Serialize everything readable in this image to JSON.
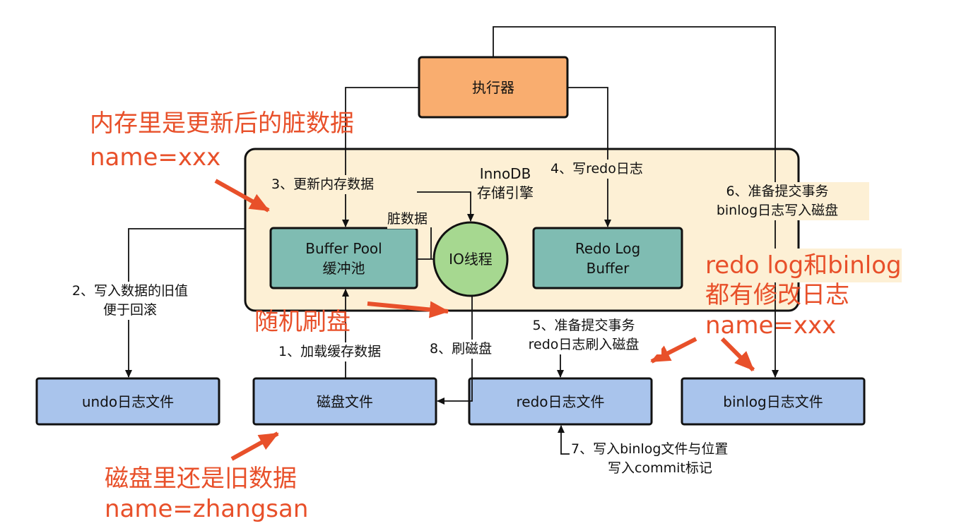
{
  "nodes": {
    "executor": "执行器",
    "innodb_line1": "InnoDB",
    "innodb_line2": "存储引擎",
    "buffer_pool_line1": "Buffer Pool",
    "buffer_pool_line2": "缓冲池",
    "io_thread": "IO线程",
    "redo_log_buffer_line1": "Redo Log",
    "redo_log_buffer_line2": "Buffer",
    "undo_file": "undo日志文件",
    "disk_file": "磁盘文件",
    "redo_file": "redo日志文件",
    "binlog_file": "binlog日志文件"
  },
  "steps": {
    "step1": "1、加载缓存数据",
    "step2_line1": "2、写入数据的旧值",
    "step2_line2": "便于回滚",
    "step3": "3、更新内存数据",
    "dirty_data": "脏数据",
    "step4": "4、写redo日志",
    "step5_line1": "5、准备提交事务",
    "step5_line2": "redo日志刷入磁盘",
    "step6_line1": "6、准备提交事务",
    "step6_line2": "binlog日志写入磁盘",
    "step7_line1": "7、写入binlog文件与位置",
    "step7_line2": "写入commit标记",
    "step8": "8、刷磁盘"
  },
  "annotations": {
    "memory_line1": "内存里是更新后的脏数据",
    "memory_line2": "name=xxx",
    "random_flush": "随机刷盘",
    "logs_line1": "redo log和binlog",
    "logs_line2": "都有修改日志",
    "logs_line3": "name=xxx",
    "disk_line1": "磁盘里还是旧数据",
    "disk_line2": "name=zhangsan"
  },
  "colors": {
    "executor": "#f9ad6f",
    "engine_bg": "#fdf0d5",
    "buffer": "#7fbcb2",
    "io_thread": "#a6d890",
    "file": "#a9c4ec",
    "annotation": "#e8502a"
  }
}
